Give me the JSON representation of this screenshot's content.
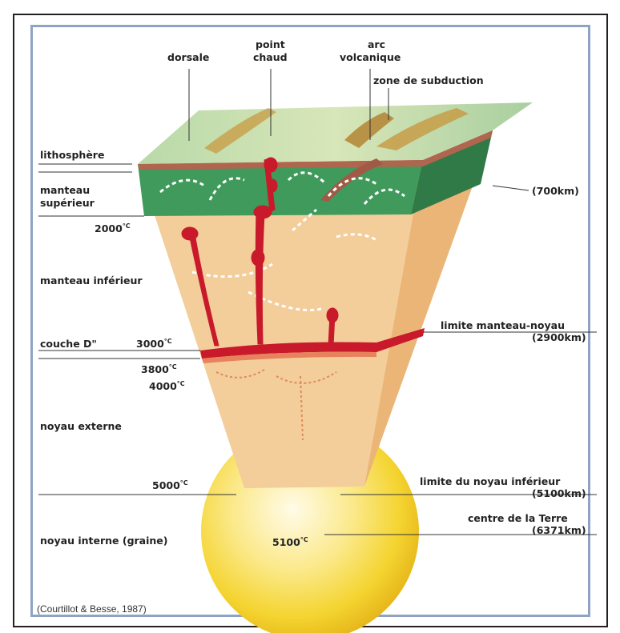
{
  "labels": {
    "dorsale": "dorsale",
    "point_chaud_1": "point",
    "point_chaud_2": "chaud",
    "arc_1": "arc",
    "arc_2": "volcanique",
    "subduction": "zone de subduction",
    "lithosphere": "lithosphère",
    "manteau_sup_1": "manteau",
    "manteau_sup_2": "supérieur",
    "depth_700": "(700km)",
    "temp_2000": "2000",
    "manteau_inf": "manteau inférieur",
    "limite_mn": "limite manteau-noyau",
    "depth_2900": "(2900km)",
    "couche_d": "couche D\"",
    "temp_3000": "3000",
    "temp_3800": "3800",
    "temp_4000": "4000",
    "noyau_externe": "noyau externe",
    "temp_5000": "5000",
    "limite_ni": "limite du noyau inférieur",
    "depth_5100": "(5100km)",
    "centre": "centre de la Terre",
    "depth_6371": "(6371km)",
    "noyau_interne": "noyau interne (graine)",
    "temp_5100": "5100",
    "deg_c": "°C"
  },
  "citation": "(Courtillot & Besse, 1987)",
  "colors": {
    "crust_green": "#3f9a5c",
    "mantle_upper": "#f3cd9a",
    "mantle_side": "#eab577",
    "magma_red": "#c81a2a",
    "core_yellow": "#f6dc3a",
    "frame_blue": "#8fa3c4"
  }
}
